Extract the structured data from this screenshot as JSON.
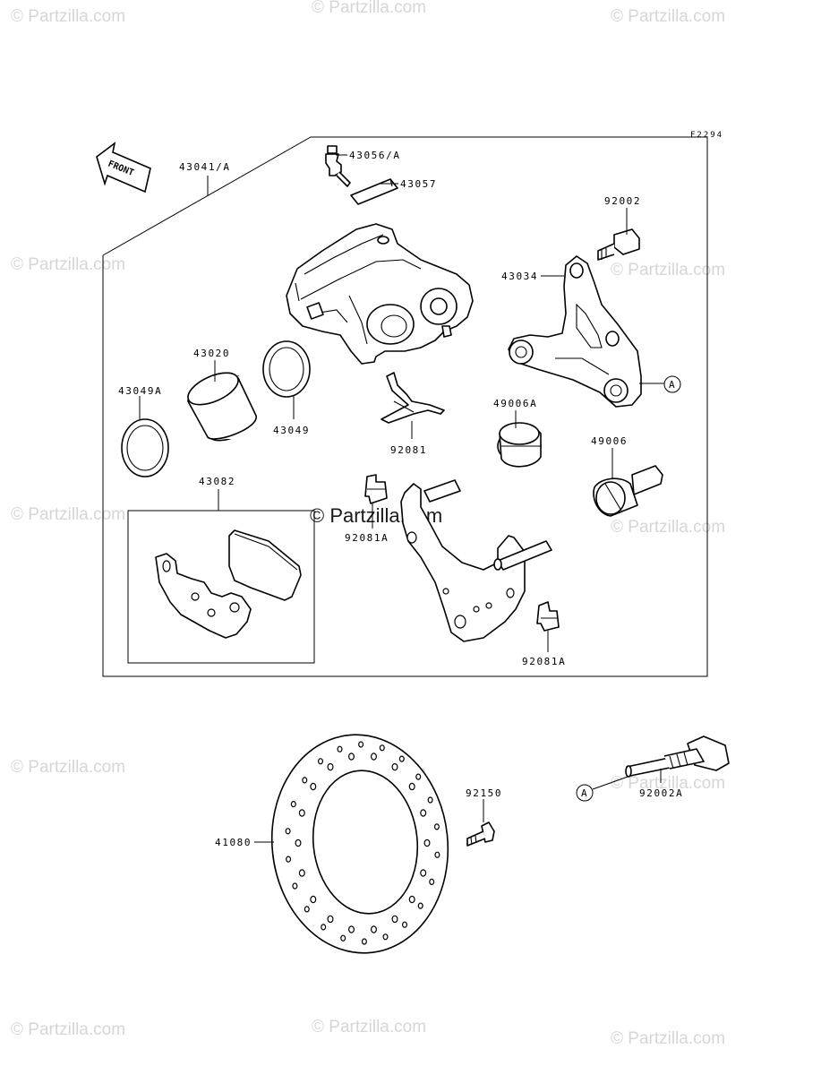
{
  "figure_code": "F2294",
  "front_marker": "FRONT",
  "watermark": "© Partzilla.com",
  "callouts": {
    "a_main": "A",
    "a_bolt": "A"
  },
  "parts": {
    "caliper_assy": "43041/A",
    "bleeder_valve": "43056/A",
    "cap": "43057",
    "holder_bolt": "92002",
    "caliper_holder": "43034",
    "piston": "43020",
    "piston_seal_a": "43049A",
    "piston_seal": "43049",
    "spring_clip": "92081",
    "boot_a": "49006A",
    "boot": "49006",
    "pad_set": "43082",
    "clip_a_left": "92081A",
    "clip_a_right": "92081A",
    "mount_bolt": "92002A",
    "disc_screw": "92150",
    "brake_disc": "41080"
  }
}
